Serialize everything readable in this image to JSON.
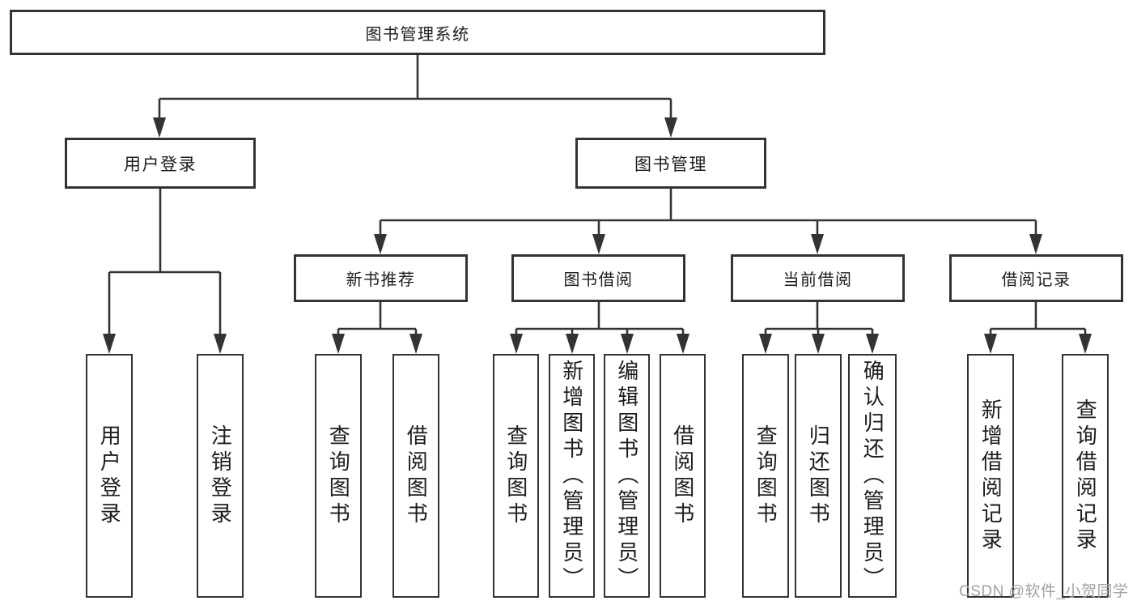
{
  "diagram": {
    "root": {
      "label": "图书管理系统"
    },
    "level2": {
      "user_login": {
        "label": "用户登录"
      },
      "book_management": {
        "label": "图书管理"
      }
    },
    "level3": {
      "new_book_recommend": {
        "label": "新书推荐"
      },
      "book_borrow": {
        "label": "图书借阅"
      },
      "current_borrow": {
        "label": "当前借阅"
      },
      "borrow_records": {
        "label": "借阅记录"
      }
    },
    "leaves": {
      "user_login": {
        "label": "用户登录"
      },
      "logout": {
        "label": "注销登录"
      },
      "recommend_query_books": {
        "label": "查询图书"
      },
      "recommend_borrow_books": {
        "label": "借阅图书"
      },
      "borrow_query_books": {
        "label": "查询图书"
      },
      "borrow_add_books": {
        "label": "新增图书（管理员）"
      },
      "borrow_edit_books": {
        "label": "编辑图书（管理员）"
      },
      "borrow_borrow_books": {
        "label": "借阅图书"
      },
      "current_query_books": {
        "label": "查询图书"
      },
      "current_return_books": {
        "label": "归还图书"
      },
      "current_confirm_return": {
        "label": "确认归还（管理员）"
      },
      "records_add_record": {
        "label": "新增借阅记录"
      },
      "records_query_record": {
        "label": "查询借阅记录"
      }
    }
  },
  "watermark": {
    "text": "CSDN @软件_小贺同学"
  },
  "colors": {
    "line": "#333333",
    "border": "#333333",
    "text": "#1c1c1c",
    "watermark": "#a2a2a2",
    "background": "#ffffff"
  }
}
